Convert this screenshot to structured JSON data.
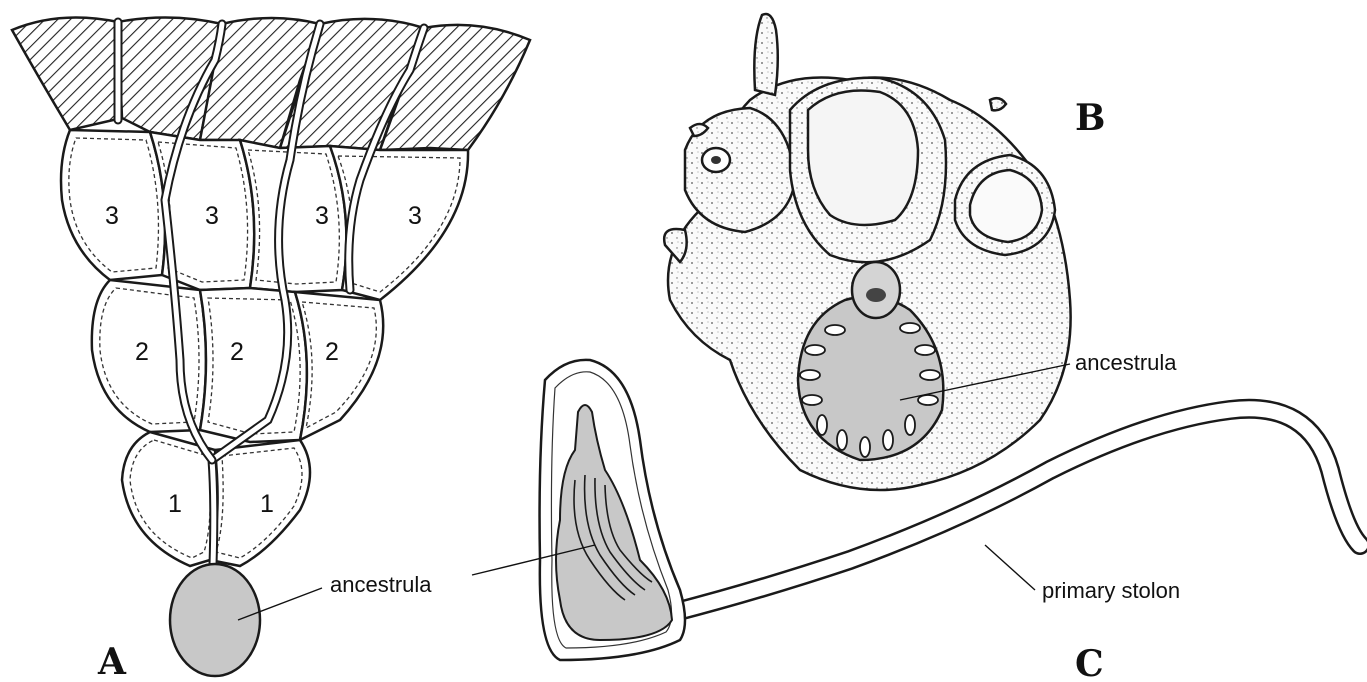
{
  "panels": {
    "A": {
      "letter": "A",
      "zooid_numbers": [
        "3",
        "3",
        "3",
        "3",
        "2",
        "2",
        "2",
        "1",
        "1"
      ],
      "ancestrula_label": "ancestrula"
    },
    "B": {
      "letter": "B",
      "ancestrula_label": "ancestrula"
    },
    "C": {
      "letter": "C",
      "stolon_label": "primary stolon"
    }
  },
  "colors": {
    "ancestrula_fill": "#c8c8c8",
    "line": "#1a1a1a"
  }
}
